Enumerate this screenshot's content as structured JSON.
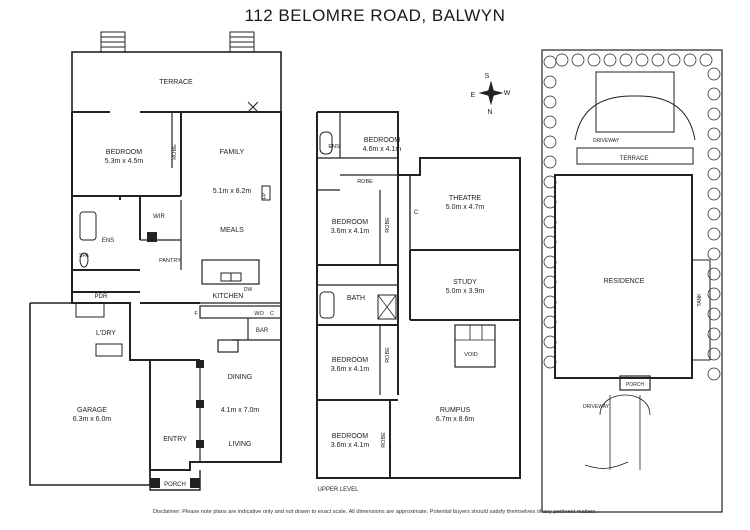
{
  "title": "112 BELOMRE ROAD, BALWYN",
  "compass": {
    "n": "N",
    "s": "S",
    "e": "E",
    "w": "W"
  },
  "ground": {
    "terrace": "TERRACE",
    "bedroom": {
      "name": "BEDROOM",
      "size": "5.3m x 4.5m"
    },
    "robe": "ROBE",
    "family": {
      "name": "FAMILY",
      "size": "5.1m x 8.2m"
    },
    "fp": "FP",
    "wir": "WIR",
    "ens": "ENS",
    "spa": "SPA",
    "meals": "MEALS",
    "pantry": "PANTRY",
    "dw": "DW",
    "pdr": "PDR",
    "kitchen": "KITCHEN",
    "f": "F",
    "wo": "WO",
    "c": "C",
    "bar": "BAR",
    "ldry": "L'DRY",
    "garage": {
      "name": "GARAGE",
      "size": "6.3m x 6.0m"
    },
    "dining": "DINING",
    "dining_size": "4.1m x 7.0m",
    "entry": "ENTRY",
    "living": "LIVING",
    "porch": "PORCH"
  },
  "upper": {
    "bedroom1": {
      "name": "BEDROOM",
      "size": "4.6m x 4.1m"
    },
    "ens": "ENS",
    "robe": "ROBE",
    "theatre": {
      "name": "THEATRE",
      "size": "5.0m x 4.7m"
    },
    "bedroom2": {
      "name": "BEDROOM",
      "size": "3.6m x 4.1m"
    },
    "c": "C",
    "study": {
      "name": "STUDY",
      "size": "5.0m x 3.9m"
    },
    "bath": "BATH",
    "void": "VOID",
    "bedroom3": {
      "name": "BEDROOM",
      "size": "3.6m x 4.1m"
    },
    "rumpus": {
      "name": "RUMPUS",
      "size": "6.7m x 8.6m"
    },
    "bedroom4": {
      "name": "BEDROOM",
      "size": "3.6m x 4.1m"
    },
    "level_label": "UPPER LEVEL"
  },
  "site": {
    "terrace": "TERRACE",
    "residence": "RESIDENCE",
    "tank": "TANK",
    "porch": "PORCH",
    "driveway_top": "DRIVEWAY",
    "driveway_bottom": "DRIVEWAY"
  },
  "disclaimer": "Disclaimer: Please note plans are indicative only and not drawn to exact scale. All dimensions are approximate. Potential buyers should satisfy themselves of any pertinent matters."
}
